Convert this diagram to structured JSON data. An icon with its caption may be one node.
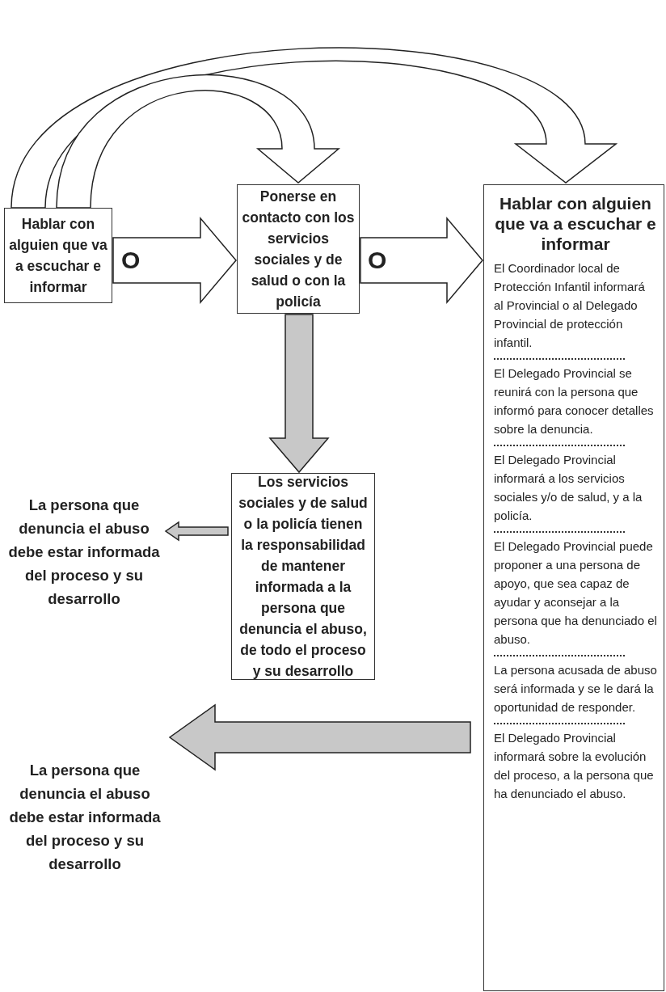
{
  "diagram": {
    "nodes": [
      {
        "text": [
          "Hablar con alguien que va a escuchar e informar"
        ]
      },
      {
        "text": [
          "Ponerse en contacto con los servicios sociales y de salud o con la policía"
        ]
      },
      {
        "text": [
          "Hablar con alguien que va a escuchar e informar",
          "El Coordinador local de Protección Infantil informará al Provincial o al Delegado Provincial de protección infantil.",
          "El Delegado Provincial se reunirá con la persona que informó para conocer detalles sobre la denuncia.",
          "El Delegado Provincial informará a los servicios sociales y/o de salud, y a la policía.",
          "El Delegado Provincial puede proponer a una persona de apoyo, que sea capaz de ayudar y aconsejar a la persona que ha denunciado el abuso.",
          "La persona acusada de abuso será informada y se le dará la oportunidad de responder.",
          "El Delegado Provincial informará sobre la evolución del proceso, a la persona que ha denunciado el abuso."
        ]
      },
      {
        "text": [
          "Los servicios sociales y de salud o la policía tienen la responsabilidad de mantener informada a la persona que denuncia el abuso, de todo el proceso y su desarrollo"
        ]
      },
      {
        "text": [
          "La persona que denuncia el abuso debe estar informada del proceso y su desarrollo"
        ]
      },
      {
        "text": [
          "La persona que denuncia el abuso debe estar informada del proceso y su desarrollo"
        ]
      }
    ],
    "edges": [
      {
        "from": 0,
        "to": 2,
        "arrow": "to"
      },
      {
        "from": 0,
        "to": 1,
        "arrow": "to"
      },
      {
        "from": 0,
        "to": 1,
        "arrow": "to",
        "label": "O"
      },
      {
        "from": 1,
        "to": 2,
        "arrow": "to",
        "label": "O"
      },
      {
        "from": 1,
        "to": 3,
        "arrow": "to",
        "color": "#c8c8c8"
      },
      {
        "from": 3,
        "to": 4,
        "arrow": "to",
        "color": "#c8c8c8"
      },
      {
        "from": 2,
        "to": 5,
        "arrow": "to",
        "color": "#c8c8c8"
      }
    ]
  }
}
